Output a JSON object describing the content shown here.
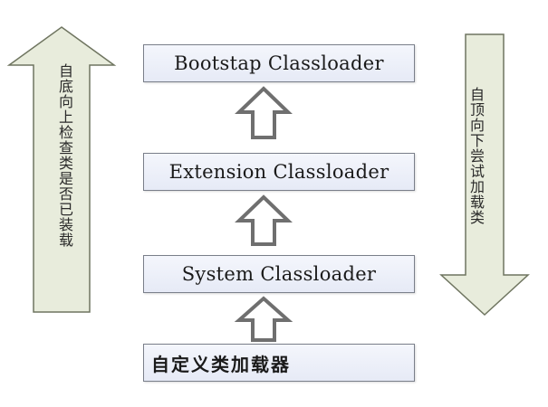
{
  "diagram": {
    "boxes": {
      "bootstrap": "Bootstap Classloader",
      "extension": "Extension Classloader",
      "system": "System Classloader",
      "custom": "自定义类加载器"
    },
    "left_arrow_label": "自底向上检查类是否已装载",
    "right_arrow_label": "自顶向下尝试加载类",
    "colors": {
      "side_arrow_fill": "#e8ecdc",
      "side_arrow_stroke": "#6f7560",
      "box_fill": "#eef1fa",
      "box_stroke": "#7a7f8a",
      "hollow_arrow_stroke": "#6f6f6f"
    }
  }
}
